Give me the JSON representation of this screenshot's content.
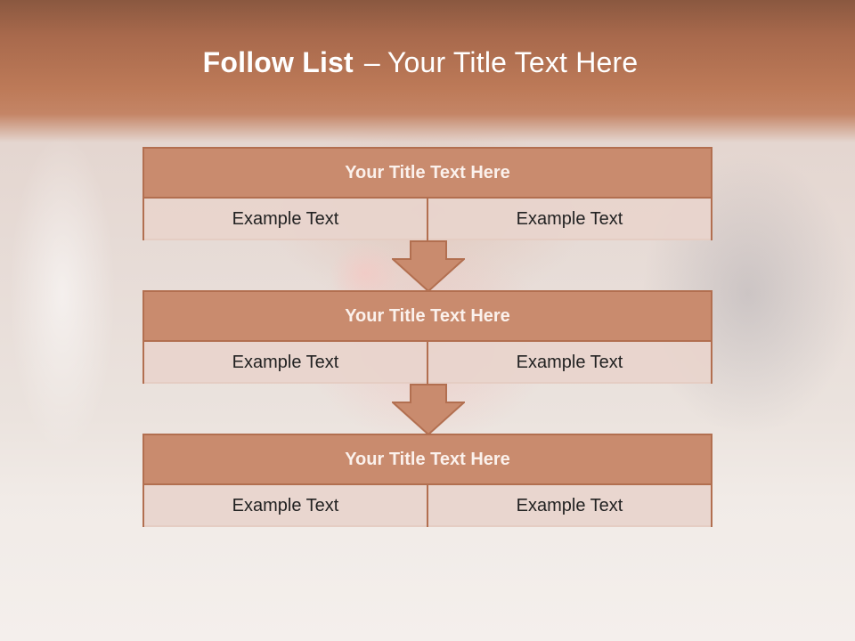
{
  "slide": {
    "title_bold": "Follow List",
    "title_separator": "–",
    "title_rest": "Your Title Text Here"
  },
  "blocks": [
    {
      "header": "Your Title Text Here",
      "cells": [
        "Example Text",
        "Example Text"
      ]
    },
    {
      "header": "Your Title Text Here",
      "cells": [
        "Example Text",
        "Example Text"
      ]
    },
    {
      "header": "Your Title Text Here",
      "cells": [
        "Example Text",
        "Example Text"
      ]
    }
  ],
  "colors": {
    "header_fill": "#c98b6e",
    "cell_fill": "#e8d4cc",
    "border": "#b26f50",
    "arrow_fill": "#c98b6e"
  },
  "icons": {
    "connector": "down-arrow-icon"
  }
}
